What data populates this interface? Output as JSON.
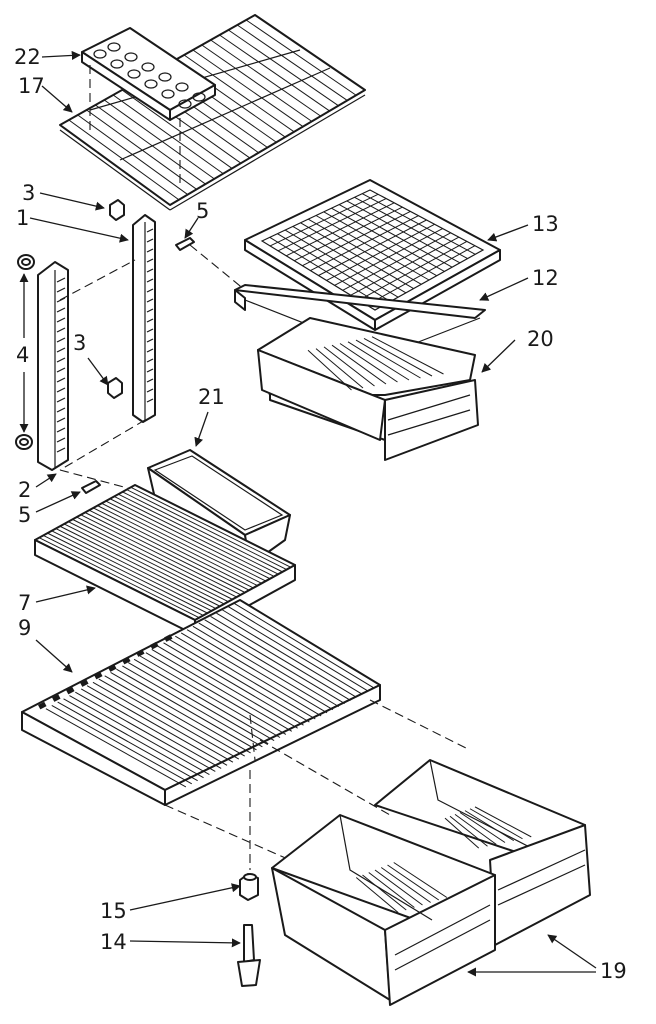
{
  "diagram": {
    "labels": {
      "p22": "22",
      "p17": "17",
      "p3a": "3",
      "p1": "1",
      "p5a": "5",
      "p13": "13",
      "p12": "12",
      "p20": "20",
      "p4": "4",
      "p3b": "3",
      "p21": "21",
      "p2": "2",
      "p5b": "5",
      "p7": "7",
      "p9": "9",
      "p15": "15",
      "p14": "14",
      "p19": "19"
    },
    "colors": {
      "ink": "#1a1a1a",
      "paper": "#ffffff"
    }
  }
}
